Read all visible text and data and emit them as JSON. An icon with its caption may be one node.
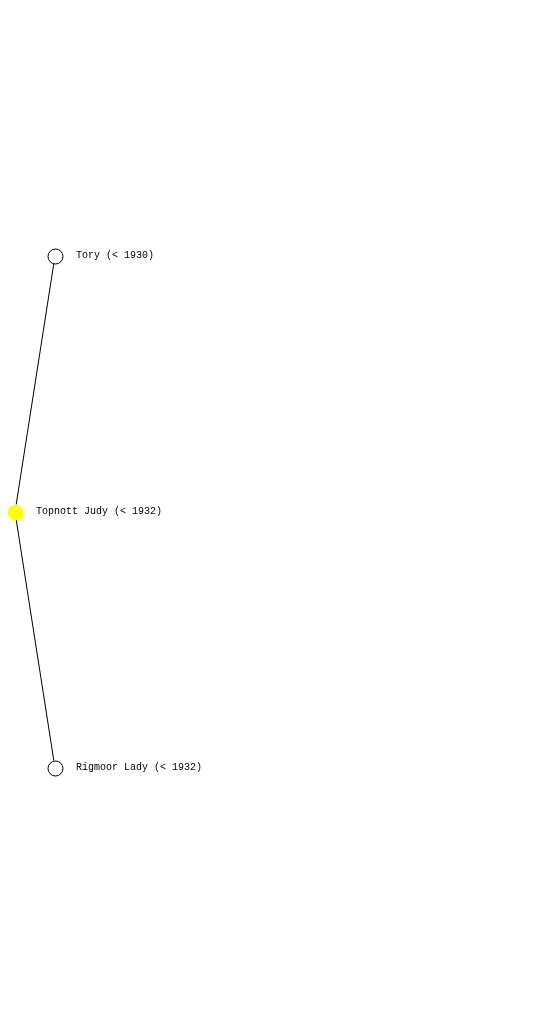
{
  "diagram": {
    "nodes": [
      {
        "text": [],
        "shape": "circle",
        "beside": [
          "Tory (< 1930)"
        ]
      },
      {
        "text": [],
        "shape": "circle",
        "beside": [
          "Topnott Judy (< 1932)"
        ]
      },
      {
        "text": [],
        "shape": "circle",
        "beside": [
          "Rigmoor Lady (< 1932)"
        ]
      }
    ],
    "edges": [
      {
        "from": 0,
        "to": 1,
        "arrow": "none"
      },
      {
        "from": 1,
        "to": 2,
        "arrow": "none"
      }
    ]
  }
}
